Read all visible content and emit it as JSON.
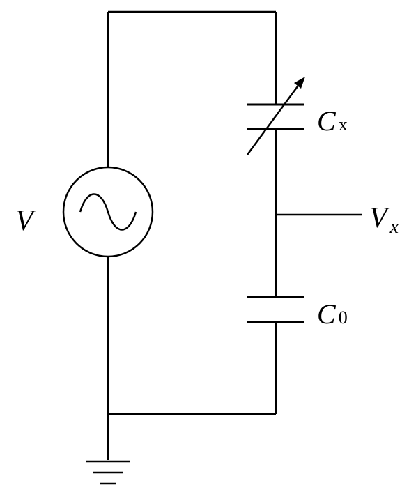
{
  "labels": {
    "source": "V",
    "cx_main": "C",
    "cx_sub": "x",
    "c0_main": "C",
    "c0_sub": "0",
    "vx_main": "V",
    "vx_sub": "x"
  },
  "components": {
    "source_type": "ac-voltage-source",
    "variable_capacitor": "variable-capacitor",
    "fixed_capacitor": "capacitor",
    "ground": "ground"
  },
  "colors": {
    "stroke": "#000000",
    "background": "#ffffff"
  }
}
